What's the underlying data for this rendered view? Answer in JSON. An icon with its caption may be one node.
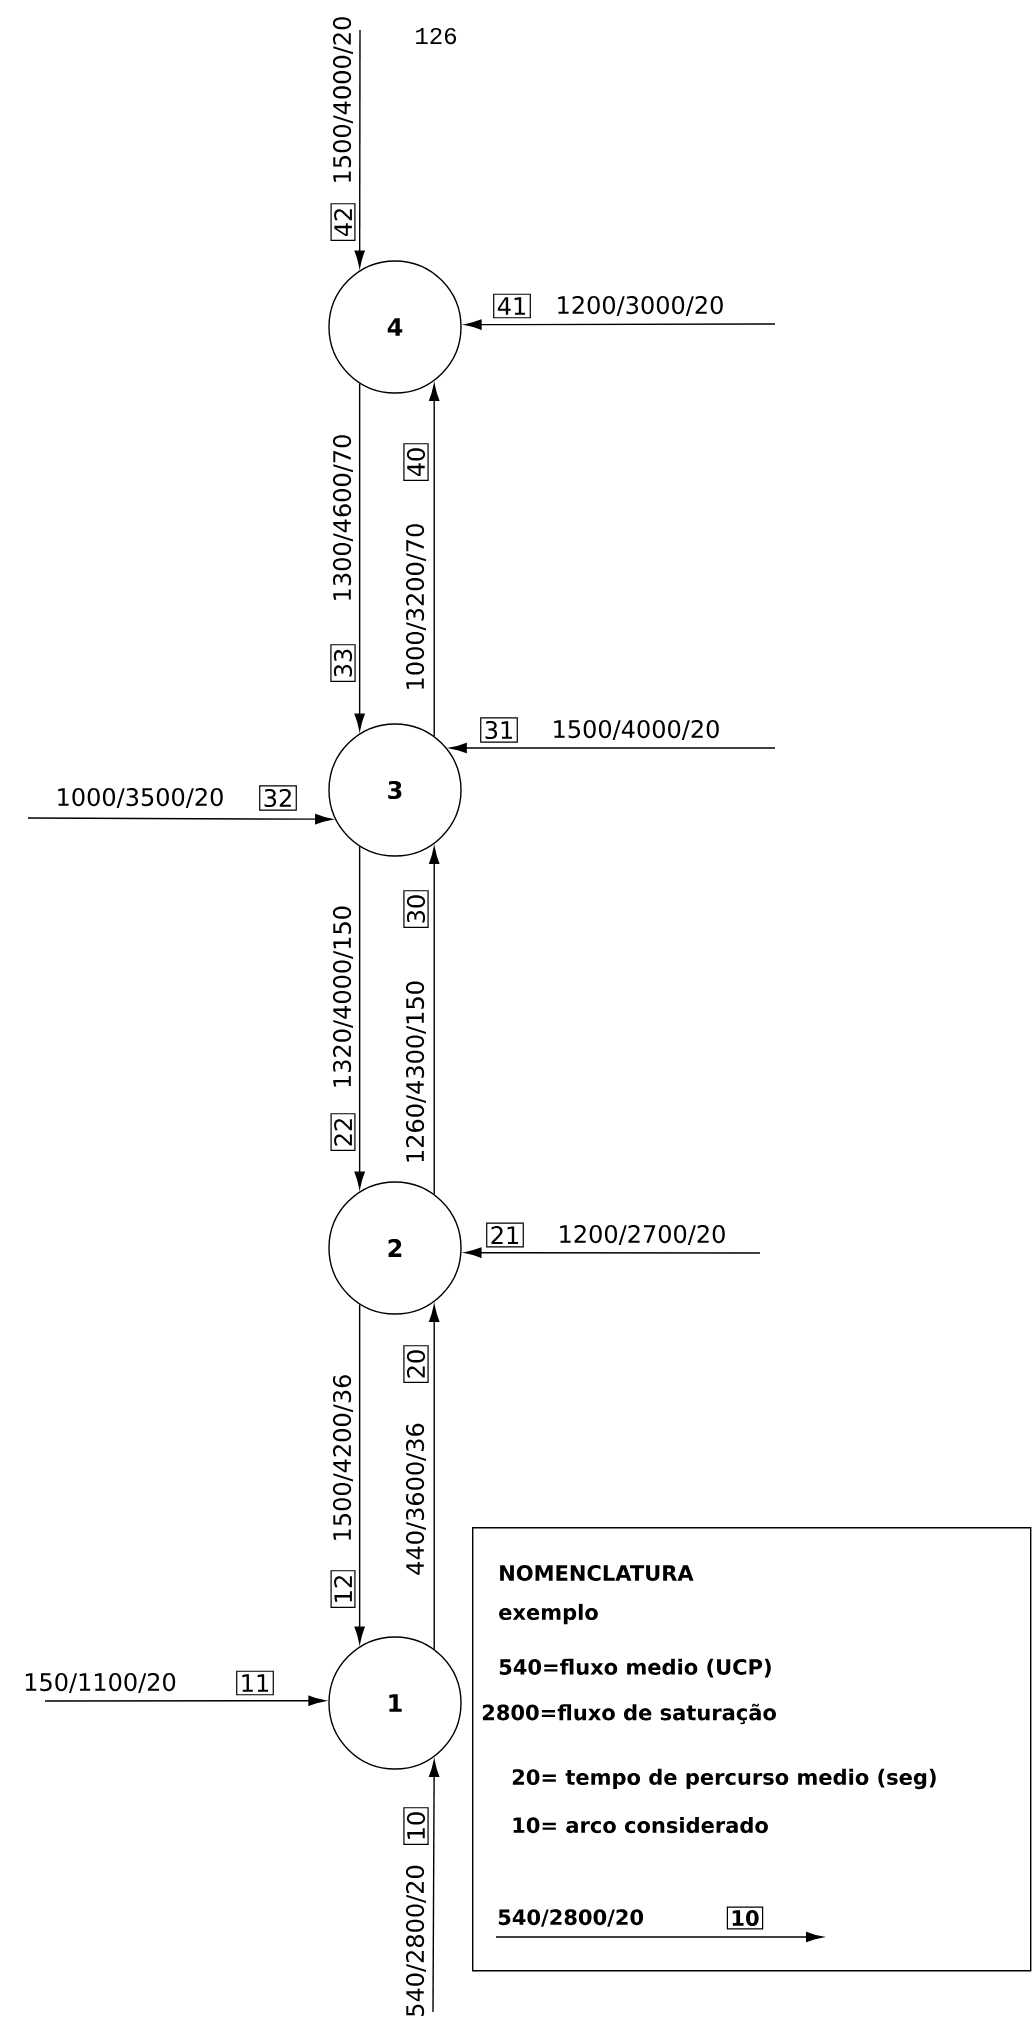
{
  "diagram": {
    "nodes": [
      {
        "text": [
          "4"
        ]
      },
      {
        "text": [
          "3"
        ]
      },
      {
        "text": [
          "2"
        ]
      },
      {
        "text": [
          "1"
        ]
      },
      {
        "text": [
          "NOMENCLATURA",
          "exemplo",
          "540=fluxo medio (UCP)",
          "2800=fluxo de saturação",
          "20= tempo de percurso medio (seg)",
          "10= arco considerado",
          "540/2800/20",
          "10"
        ]
      }
    ],
    "edges": [
      {
        "from": null,
        "to": 0,
        "arrow": "to",
        "label": "1500/4000/20"
      },
      {
        "from": null,
        "to": 0,
        "arrow": "to",
        "label": "1200/3000/20"
      },
      {
        "from": 0,
        "to": 1,
        "arrow": "to",
        "label": "1300/4600/70"
      },
      {
        "from": 1,
        "to": 0,
        "arrow": "to",
        "label": "1000/3200/70"
      },
      {
        "from": null,
        "to": 1,
        "arrow": "to",
        "label": "1500/4000/20"
      },
      {
        "from": null,
        "to": 1,
        "arrow": "to",
        "label": "1000/3500/20"
      },
      {
        "from": 1,
        "to": 2,
        "arrow": "to",
        "label": "1320/4000/150"
      },
      {
        "from": 2,
        "to": 1,
        "arrow": "to",
        "label": "1260/4300/150"
      },
      {
        "from": null,
        "to": 2,
        "arrow": "to",
        "label": "1200/2700/20"
      },
      {
        "from": 2,
        "to": 3,
        "arrow": "to",
        "label": "1500/4200/36"
      },
      {
        "from": 3,
        "to": 2,
        "arrow": "to",
        "label": "440/3600/36"
      },
      {
        "from": null,
        "to": 3,
        "arrow": "to",
        "label": "150/1100/20"
      },
      {
        "from": null,
        "to": 3,
        "arrow": "to",
        "label": "540/2800/20"
      }
    ],
    "labels": [
      "126",
      "42",
      "41",
      "40",
      "33",
      "31",
      "32",
      "30",
      "22",
      "21",
      "20",
      "12",
      "11",
      "10"
    ]
  }
}
